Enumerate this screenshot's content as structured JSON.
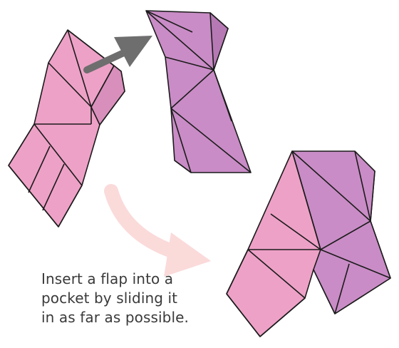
{
  "caption": {
    "lines": [
      "Insert a flap into a",
      "pocket by sliding it",
      "in as far as possible."
    ]
  },
  "colors": {
    "pink_light": "#eea1c7",
    "pink_mid": "#e39bc4",
    "pink_shadow": "#c77fb0",
    "purple": "#c98cc6",
    "purple_dark": "#b679b4",
    "stroke": "#1b1b1b",
    "gray_arrow": "#6e6e6e",
    "faint_arrow": "#fbdada"
  },
  "icons": {
    "insert_arrow": "gray-arrow-icon",
    "step_arrow": "curved-arrow-icon"
  }
}
